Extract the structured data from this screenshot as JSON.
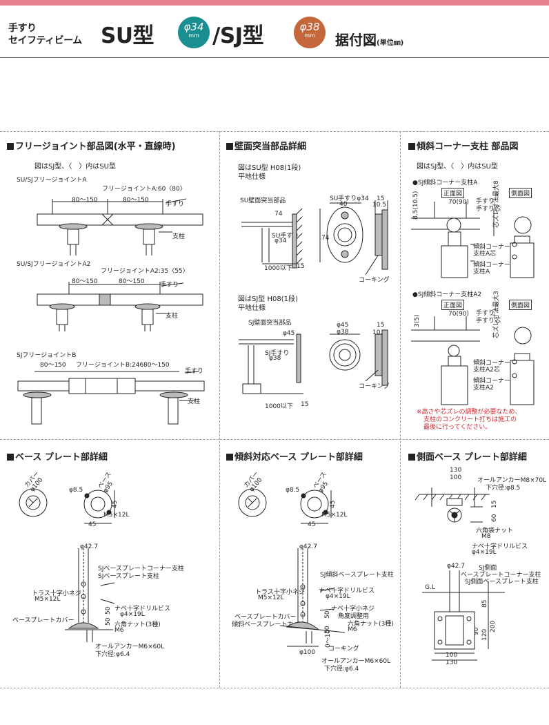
{
  "colors": {
    "top_bar": "#e78190",
    "su_circle": "#1a8f92",
    "sj_circle": "#c4683c",
    "note_red": "#d3232d"
  },
  "header": {
    "line1": "手すり",
    "line2": "セイフティビーム",
    "su_type": "SU型",
    "su_dia": "φ34",
    "su_unit": "mm",
    "sj_type": "/SJ型",
    "sj_dia": "φ38",
    "sj_unit": "mm",
    "title": "据付図",
    "unit_note": "(単位㎜)"
  },
  "panels": {
    "p1": {
      "title": "フリージョイント部品図(水平・直線時)",
      "note": "図はSJ型、〈　〉内はSU型",
      "a_label": "SU/SJフリージョイントA",
      "a_dim": "フリージョイントA:60〈80〉",
      "a_span1": "80～150",
      "a_span2": "80～150",
      "handrail": "手すり",
      "post": "支柱",
      "a2_label": "SU/SJフリージョイントA2",
      "a2_dim": "フリージョイントA2:35〈55〉",
      "a2_span1": "80～150",
      "a2_span2": "80～150",
      "b_label": "SJフリージョイントB",
      "b_span1": "80～150",
      "b_dim": "フリージョイントB:246",
      "b_span2": "80～150"
    },
    "p2": {
      "title": "壁面突当部品詳細",
      "su_note1": "図はSU型 H08(1段)",
      "su_note2": "平地仕様",
      "su_part": "SU壁面突当部品",
      "su_rail": "SU手すり",
      "su_rail_dim": "φ34",
      "su_top": "SU手すりφ34",
      "d74a": "74",
      "d74b": "74",
      "d40": "40",
      "d15": "15",
      "d105": "10.5",
      "len": "1000以下",
      "len15": "15",
      "caulk": "コーキング",
      "sj_note1": "図はSJ型 H08(1段)",
      "sj_note2": "平地仕様",
      "sj_part": "SJ壁面突当部品",
      "sj_rail": "SJ手すり",
      "sj_rail_dim": "φ38",
      "d45v": "φ45",
      "d45": "φ45",
      "d38": "φ38",
      "sj_d15": "15",
      "sj_d105": "10.5",
      "sj_len": "1000以下",
      "sj_len15": "15",
      "sj_caulk": "コーキング"
    },
    "p3": {
      "title": "傾斜コーナー支柱 部品図",
      "note": "図はSJ型、〈　〉内はSU型",
      "a_label": "●SJ傾斜コーナー支柱A",
      "front": "正面図",
      "side": "側面図",
      "d85": "8.5(10.5)",
      "d70": "70(90)",
      "handrail": "手すり",
      "core": "手すり芯",
      "core_offset": "芯ズレ寸法最大8",
      "corner_core": "傾斜コーナー",
      "corner_core2": "支柱A芯",
      "corner_part": "傾斜コーナー",
      "corner_part2": "支柱A",
      "a2_label": "●SJ傾斜コーナー支柱A2",
      "a2_front": "正面図",
      "a2_side": "側面図",
      "d3": "3(5)",
      "a2_d70": "70(90)",
      "a2_handrail": "手すり",
      "a2_core": "手すり芯",
      "a2_core_offset": "芯ズレ寸法最大3",
      "a2_corner_core": "傾斜コーナー",
      "a2_corner_core2": "支柱A2芯",
      "a2_corner_part": "傾斜コーナー",
      "a2_corner_part2": "支柱A2",
      "warn1": "※高さや芯ズレの調整が必要なため、",
      "warn2": "支柱のコンクリート打ちは施工の",
      "warn3": "最後に行ってください。"
    },
    "p4": {
      "title": "ベース プレート部詳細",
      "cover": "カバー",
      "cover_dim": "φ100",
      "d85": "φ8.5",
      "base": "ベース",
      "base_dim": "φ95",
      "d45v": "45",
      "m5": "M5×12L",
      "d45h": "45",
      "d427": "φ42.7",
      "lbl1": "SJベースプレートコーナー支柱",
      "lbl2": "SJベースプレート支柱",
      "truss": "トラス十字小ネジ",
      "truss2": "M5×12L",
      "nabe": "ナベ十字ドリルビス",
      "nabe2": "φ4×19L",
      "hex": "六角ナット(3種)",
      "hex2": "M6",
      "cover_lbl": "ベースプレートカバー",
      "anchor": "オールアンカーM6×60L",
      "hole": "下穴径:φ6.4",
      "d50a": "50",
      "d50b": "50"
    },
    "p5": {
      "title": "傾斜対応ベース プレート部詳細",
      "cover": "カバー",
      "cover_dim": "φ100",
      "d85": "φ8.5",
      "base": "ベース",
      "base_dim": "φ95",
      "d45v": "45",
      "m5": "M5×12L",
      "d45h": "45",
      "d427": "φ42.7",
      "lbl1": "SJ傾斜ベースプレート支柱",
      "truss": "トラス十字小ネジ",
      "truss2": "M5×12L",
      "nabe": "ナベ十字ドリルビス",
      "nabe2": "φ4×19L",
      "angle": "ナベ十字小ネジ",
      "angle2": "角度調整用",
      "hex": "六角ナット(3種)",
      "hex2": "M6",
      "cover_lbl": "ベースプレートカバー",
      "cover_lbl2": "傾斜ベースプレートカバー",
      "caulk": "コーキング",
      "anchor": "オールアンカーM6×60L",
      "hole": "下穴径:φ6.4",
      "d100": "φ100",
      "d0_10": "0～10",
      "d50a": "50",
      "d50b": "50"
    },
    "p6": {
      "title": "側面ベース プレート部詳細",
      "d130": "130",
      "d100": "100",
      "anchor": "オールアンカーM8×70L",
      "hole": "下穴径:φ8.5",
      "d15": "15",
      "d60": "60",
      "nut": "六角袋ナット",
      "nut2": "M8",
      "nabe": "ナベ十字ドリルビス",
      "nabe2": "φ4×19L",
      "d427": "φ42.7",
      "lbl1": "SJ側面",
      "lbl2": "ベースプレートコーナー支柱",
      "lbl3": "SJ側面ベースプレート支柱",
      "gl": "G.L",
      "d85": "85",
      "d200": "200",
      "d90": "90",
      "d120": "120",
      "b100": "100",
      "b130": "130"
    }
  }
}
